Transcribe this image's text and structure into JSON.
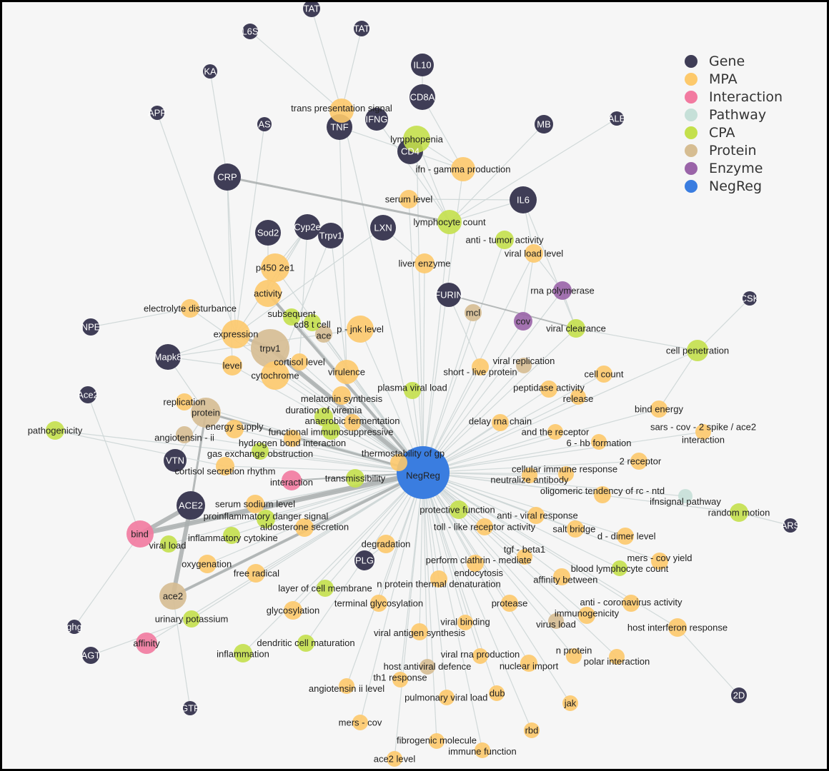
{
  "type_colors": {
    "Gene": "#3f3d56",
    "MPA": "#fdc96b",
    "Interaction": "#f27aa0",
    "Pathway": "#c6e0d8",
    "CPA": "#c4e04c",
    "Protein": "#d6bd92",
    "Enzyme": "#9a64a8",
    "NegReg": "#3a7de0"
  },
  "legend": [
    {
      "label": "Gene",
      "type": "Gene"
    },
    {
      "label": "MPA",
      "type": "MPA"
    },
    {
      "label": "Interaction",
      "type": "Interaction"
    },
    {
      "label": "Pathway",
      "type": "Pathway"
    },
    {
      "label": "CPA",
      "type": "CPA"
    },
    {
      "label": "Protein",
      "type": "Protein"
    },
    {
      "label": "Enzyme",
      "type": "Enzyme"
    },
    {
      "label": "NegReg",
      "type": "NegReg"
    }
  ],
  "nodes": [
    {
      "label": "TAT",
      "type": "Gene"
    },
    {
      "label": "L6S",
      "type": "Gene"
    },
    {
      "label": "TAT",
      "type": "Gene"
    },
    {
      "label": "KA",
      "type": "Gene"
    },
    {
      "label": "APP",
      "type": "Gene"
    },
    {
      "label": "AS",
      "type": "Gene"
    },
    {
      "label": "IL10",
      "type": "Gene"
    },
    {
      "label": "CD8A",
      "type": "Gene"
    },
    {
      "label": "TNF",
      "type": "Gene"
    },
    {
      "label": "IFNG",
      "type": "Gene"
    },
    {
      "label": "CD4",
      "type": "Gene"
    },
    {
      "label": "MB",
      "type": "Gene"
    },
    {
      "label": "ALE",
      "type": "Gene"
    },
    {
      "label": "CRP",
      "type": "Gene"
    },
    {
      "label": "IL6",
      "type": "Gene"
    },
    {
      "label": "Sod2",
      "type": "Gene"
    },
    {
      "label": "Cyp2e",
      "type": "Gene"
    },
    {
      "label": "Trpv1",
      "type": "Gene"
    },
    {
      "label": "LXN",
      "type": "Gene"
    },
    {
      "label": "FURIN",
      "type": "Gene"
    },
    {
      "label": "NPE",
      "type": "Gene"
    },
    {
      "label": "CSK",
      "type": "Gene"
    },
    {
      "label": "Mapk8",
      "type": "Gene"
    },
    {
      "label": "Ace2",
      "type": "Gene"
    },
    {
      "label": "VTN",
      "type": "Gene"
    },
    {
      "label": "ACE2",
      "type": "Gene"
    },
    {
      "label": "PLG",
      "type": "Gene"
    },
    {
      "label": "ARS",
      "type": "Gene"
    },
    {
      "label": "ghg",
      "type": "Gene"
    },
    {
      "label": "AGT",
      "type": "Gene"
    },
    {
      "label": "GTF",
      "type": "Gene"
    },
    {
      "label": "2D",
      "type": "Gene"
    },
    {
      "label": "NegReg",
      "type": "NegReg"
    },
    {
      "label": "ifnsignal pathway",
      "type": "Pathway"
    },
    {
      "label": "rna polymerase",
      "type": "Enzyme"
    },
    {
      "label": "cov",
      "type": "Enzyme"
    },
    {
      "label": "mcl",
      "type": "Protein"
    },
    {
      "label": "ace",
      "type": "Protein"
    },
    {
      "label": "trpv1",
      "type": "Protein"
    },
    {
      "label": "protein",
      "type": "Protein"
    },
    {
      "label": "angiotensin - ii",
      "type": "Protein"
    },
    {
      "label": "ace2",
      "type": "Protein"
    },
    {
      "label": "viral replication",
      "type": "Protein"
    },
    {
      "label": "virus load",
      "type": "Protein"
    },
    {
      "label": "host antiviral defence",
      "type": "Protein"
    },
    {
      "label": "interaction",
      "type": "Interaction"
    },
    {
      "label": "bind",
      "type": "Interaction"
    },
    {
      "label": "affinity",
      "type": "Interaction"
    },
    {
      "label": "lymphopenia",
      "type": "CPA"
    },
    {
      "label": "lymphocyte count",
      "type": "CPA"
    },
    {
      "label": "anti - tumor activity",
      "type": "CPA"
    },
    {
      "label": "subsequent",
      "type": "CPA"
    },
    {
      "label": "cd8 t cell",
      "type": "CPA"
    },
    {
      "label": "plasma viral load",
      "type": "CPA"
    },
    {
      "label": "duration of viremia",
      "type": "CPA"
    },
    {
      "label": "functional immunosuppressive",
      "type": "CPA"
    },
    {
      "label": "gas exchange obstruction",
      "type": "CPA"
    },
    {
      "label": "transmissibility",
      "type": "CPA"
    },
    {
      "label": "proinflammatory danger signal",
      "type": "CPA"
    },
    {
      "label": "inflammatory cytokine",
      "type": "CPA"
    },
    {
      "label": "viral load",
      "type": "CPA"
    },
    {
      "label": "layer of cell membrane",
      "type": "CPA"
    },
    {
      "label": "urinary potassium",
      "type": "CPA"
    },
    {
      "label": "dendritic cell maturation",
      "type": "CPA"
    },
    {
      "label": "inflammation",
      "type": "CPA"
    },
    {
      "label": "pathogenicity",
      "type": "CPA"
    },
    {
      "label": "viral clearance",
      "type": "CPA"
    },
    {
      "label": "cell penetration",
      "type": "CPA"
    },
    {
      "label": "protective function",
      "type": "CPA"
    },
    {
      "label": "random motion",
      "type": "CPA"
    },
    {
      "label": "blood lymphocyte count",
      "type": "CPA"
    },
    {
      "label": "trans presentation signal",
      "type": "MPA"
    },
    {
      "label": "ifn - gamma production",
      "type": "MPA"
    },
    {
      "label": "serum level",
      "type": "MPA"
    },
    {
      "label": "liver enzyme",
      "type": "MPA"
    },
    {
      "label": "viral load level",
      "type": "MPA"
    },
    {
      "label": "p450 2e1",
      "type": "MPA"
    },
    {
      "label": "activity",
      "type": "MPA"
    },
    {
      "label": "electrolyte disturbance",
      "type": "MPA"
    },
    {
      "label": "p - jnk level",
      "type": "MPA"
    },
    {
      "label": "expression",
      "type": "MPA"
    },
    {
      "label": "level",
      "type": "MPA"
    },
    {
      "label": "cortisol level",
      "type": "MPA"
    },
    {
      "label": "virulence",
      "type": "MPA"
    },
    {
      "label": "cytochrome",
      "type": "MPA"
    },
    {
      "label": "melatonin synthesis",
      "type": "MPA"
    },
    {
      "label": "replication",
      "type": "MPA"
    },
    {
      "label": "energy supply",
      "type": "MPA"
    },
    {
      "label": "anaerobic fermentation",
      "type": "MPA"
    },
    {
      "label": "hydrogen bond interaction",
      "type": "MPA"
    },
    {
      "label": "cortisol secretion rhythm",
      "type": "MPA"
    },
    {
      "label": "thermostability of gp",
      "type": "MPA"
    },
    {
      "label": "serum sodium level",
      "type": "MPA"
    },
    {
      "label": "aldosterone secretion",
      "type": "MPA"
    },
    {
      "label": "degradation",
      "type": "MPA"
    },
    {
      "label": "oxygenation",
      "type": "MPA"
    },
    {
      "label": "free radical",
      "type": "MPA"
    },
    {
      "label": "n protein thermal denaturation",
      "type": "MPA"
    },
    {
      "label": "terminal glycosylation",
      "type": "MPA"
    },
    {
      "label": "glycosylation",
      "type": "MPA"
    },
    {
      "label": "viral antigen synthesis",
      "type": "MPA"
    },
    {
      "label": "short - live protein",
      "type": "MPA"
    },
    {
      "label": "peptidase activity",
      "type": "MPA"
    },
    {
      "label": "release",
      "type": "MPA"
    },
    {
      "label": "bind energy",
      "type": "MPA"
    },
    {
      "label": "delay rna chain",
      "type": "MPA"
    },
    {
      "label": "and the receptor",
      "type": "MPA"
    },
    {
      "label": "6 - hb formation",
      "type": "MPA"
    },
    {
      "label": "sars - cov - 2 spike / ace2",
      "label2": "interaction",
      "type": "MPA"
    },
    {
      "label": "2 receptor",
      "type": "MPA"
    },
    {
      "label": "neutralize antibody",
      "type": "MPA"
    },
    {
      "label": "cellular immune response",
      "type": "MPA"
    },
    {
      "label": "oligomeric tendency of rc - ntd",
      "type": "MPA"
    },
    {
      "label": "anti - viral response",
      "type": "MPA"
    },
    {
      "label": "toll - like receptor activity",
      "type": "MPA"
    },
    {
      "label": "salt bridge",
      "type": "MPA"
    },
    {
      "label": "d - dimer level",
      "type": "MPA"
    },
    {
      "label": "perform clathrin - mediate",
      "label2": "endocytosis",
      "type": "MPA"
    },
    {
      "label": "tgf - beta1",
      "type": "MPA"
    },
    {
      "label": "affinity between",
      "type": "MPA"
    },
    {
      "label": "mers - cov yield",
      "type": "MPA"
    },
    {
      "label": "protease",
      "type": "MPA"
    },
    {
      "label": "immunogenicity",
      "type": "MPA"
    },
    {
      "label": "anti - coronavirus activity",
      "type": "MPA"
    },
    {
      "label": "host interferon response",
      "type": "MPA"
    },
    {
      "label": "viral binding",
      "type": "MPA"
    },
    {
      "label": "viral rna production",
      "type": "MPA"
    },
    {
      "label": "nuclear import",
      "type": "MPA"
    },
    {
      "label": "n protein",
      "type": "MPA"
    },
    {
      "label": "polar interaction",
      "type": "MPA"
    },
    {
      "label": "dub",
      "type": "MPA"
    },
    {
      "label": "jak",
      "type": "MPA"
    },
    {
      "label": "rbd",
      "type": "MPA"
    },
    {
      "label": "immune function",
      "type": "MPA"
    },
    {
      "label": "fibrogenic molecule",
      "type": "MPA"
    },
    {
      "label": "ace2 level",
      "type": "MPA"
    },
    {
      "label": "mers - cov",
      "type": "MPA"
    },
    {
      "label": "angiotensin ii level",
      "type": "MPA"
    },
    {
      "label": "th1 response",
      "type": "MPA"
    },
    {
      "label": "pulmonary viral load",
      "type": "MPA"
    },
    {
      "label": "cell count",
      "type": "MPA"
    }
  ],
  "hub_node": 32,
  "edges": [
    [
      0,
      71,
      1
    ],
    [
      1,
      71,
      1
    ],
    [
      2,
      71,
      1
    ],
    [
      3,
      13,
      1
    ],
    [
      4,
      80,
      1
    ],
    [
      5,
      80,
      1
    ],
    [
      6,
      7,
      1
    ],
    [
      7,
      72,
      1
    ],
    [
      8,
      72,
      1
    ],
    [
      8,
      83,
      1
    ],
    [
      9,
      49,
      1
    ],
    [
      10,
      49,
      1
    ],
    [
      11,
      49,
      1
    ],
    [
      12,
      49,
      1
    ],
    [
      13,
      49,
      3
    ],
    [
      13,
      80,
      1
    ],
    [
      13,
      81,
      1
    ],
    [
      14,
      66,
      1
    ],
    [
      14,
      73,
      1
    ],
    [
      14,
      49,
      1
    ],
    [
      14,
      75,
      1
    ],
    [
      15,
      77,
      1
    ],
    [
      16,
      76,
      1
    ],
    [
      16,
      77,
      1
    ],
    [
      16,
      80,
      1
    ],
    [
      16,
      82,
      1
    ],
    [
      17,
      84,
      1
    ],
    [
      17,
      83,
      1
    ],
    [
      18,
      74,
      1
    ],
    [
      18,
      80,
      1
    ],
    [
      19,
      66,
      2
    ],
    [
      19,
      101,
      1
    ],
    [
      20,
      78,
      1
    ],
    [
      21,
      67,
      1
    ],
    [
      22,
      80,
      1
    ],
    [
      22,
      81,
      1
    ],
    [
      22,
      39,
      1
    ],
    [
      22,
      79,
      1
    ],
    [
      23,
      46,
      1
    ],
    [
      24,
      39,
      1
    ],
    [
      25,
      46,
      6
    ],
    [
      25,
      41,
      6
    ],
    [
      25,
      39,
      3
    ],
    [
      26,
      94,
      1
    ],
    [
      27,
      69,
      1
    ],
    [
      28,
      46,
      1
    ],
    [
      29,
      62,
      1
    ],
    [
      30,
      41,
      1
    ],
    [
      31,
      124,
      1
    ],
    [
      34,
      75,
      1
    ],
    [
      34,
      66,
      1
    ],
    [
      35,
      75,
      1
    ],
    [
      67,
      104,
      1
    ],
    [
      67,
      66,
      1
    ],
    [
      48,
      72,
      1
    ],
    [
      48,
      49,
      1
    ],
    [
      65,
      90,
      1
    ],
    [
      46,
      32,
      7
    ],
    [
      41,
      32,
      4
    ],
    [
      38,
      32,
      6
    ],
    [
      77,
      32,
      4
    ],
    [
      39,
      32,
      3
    ],
    [
      45,
      32,
      2
    ],
    [
      80,
      38,
      4
    ]
  ]
}
